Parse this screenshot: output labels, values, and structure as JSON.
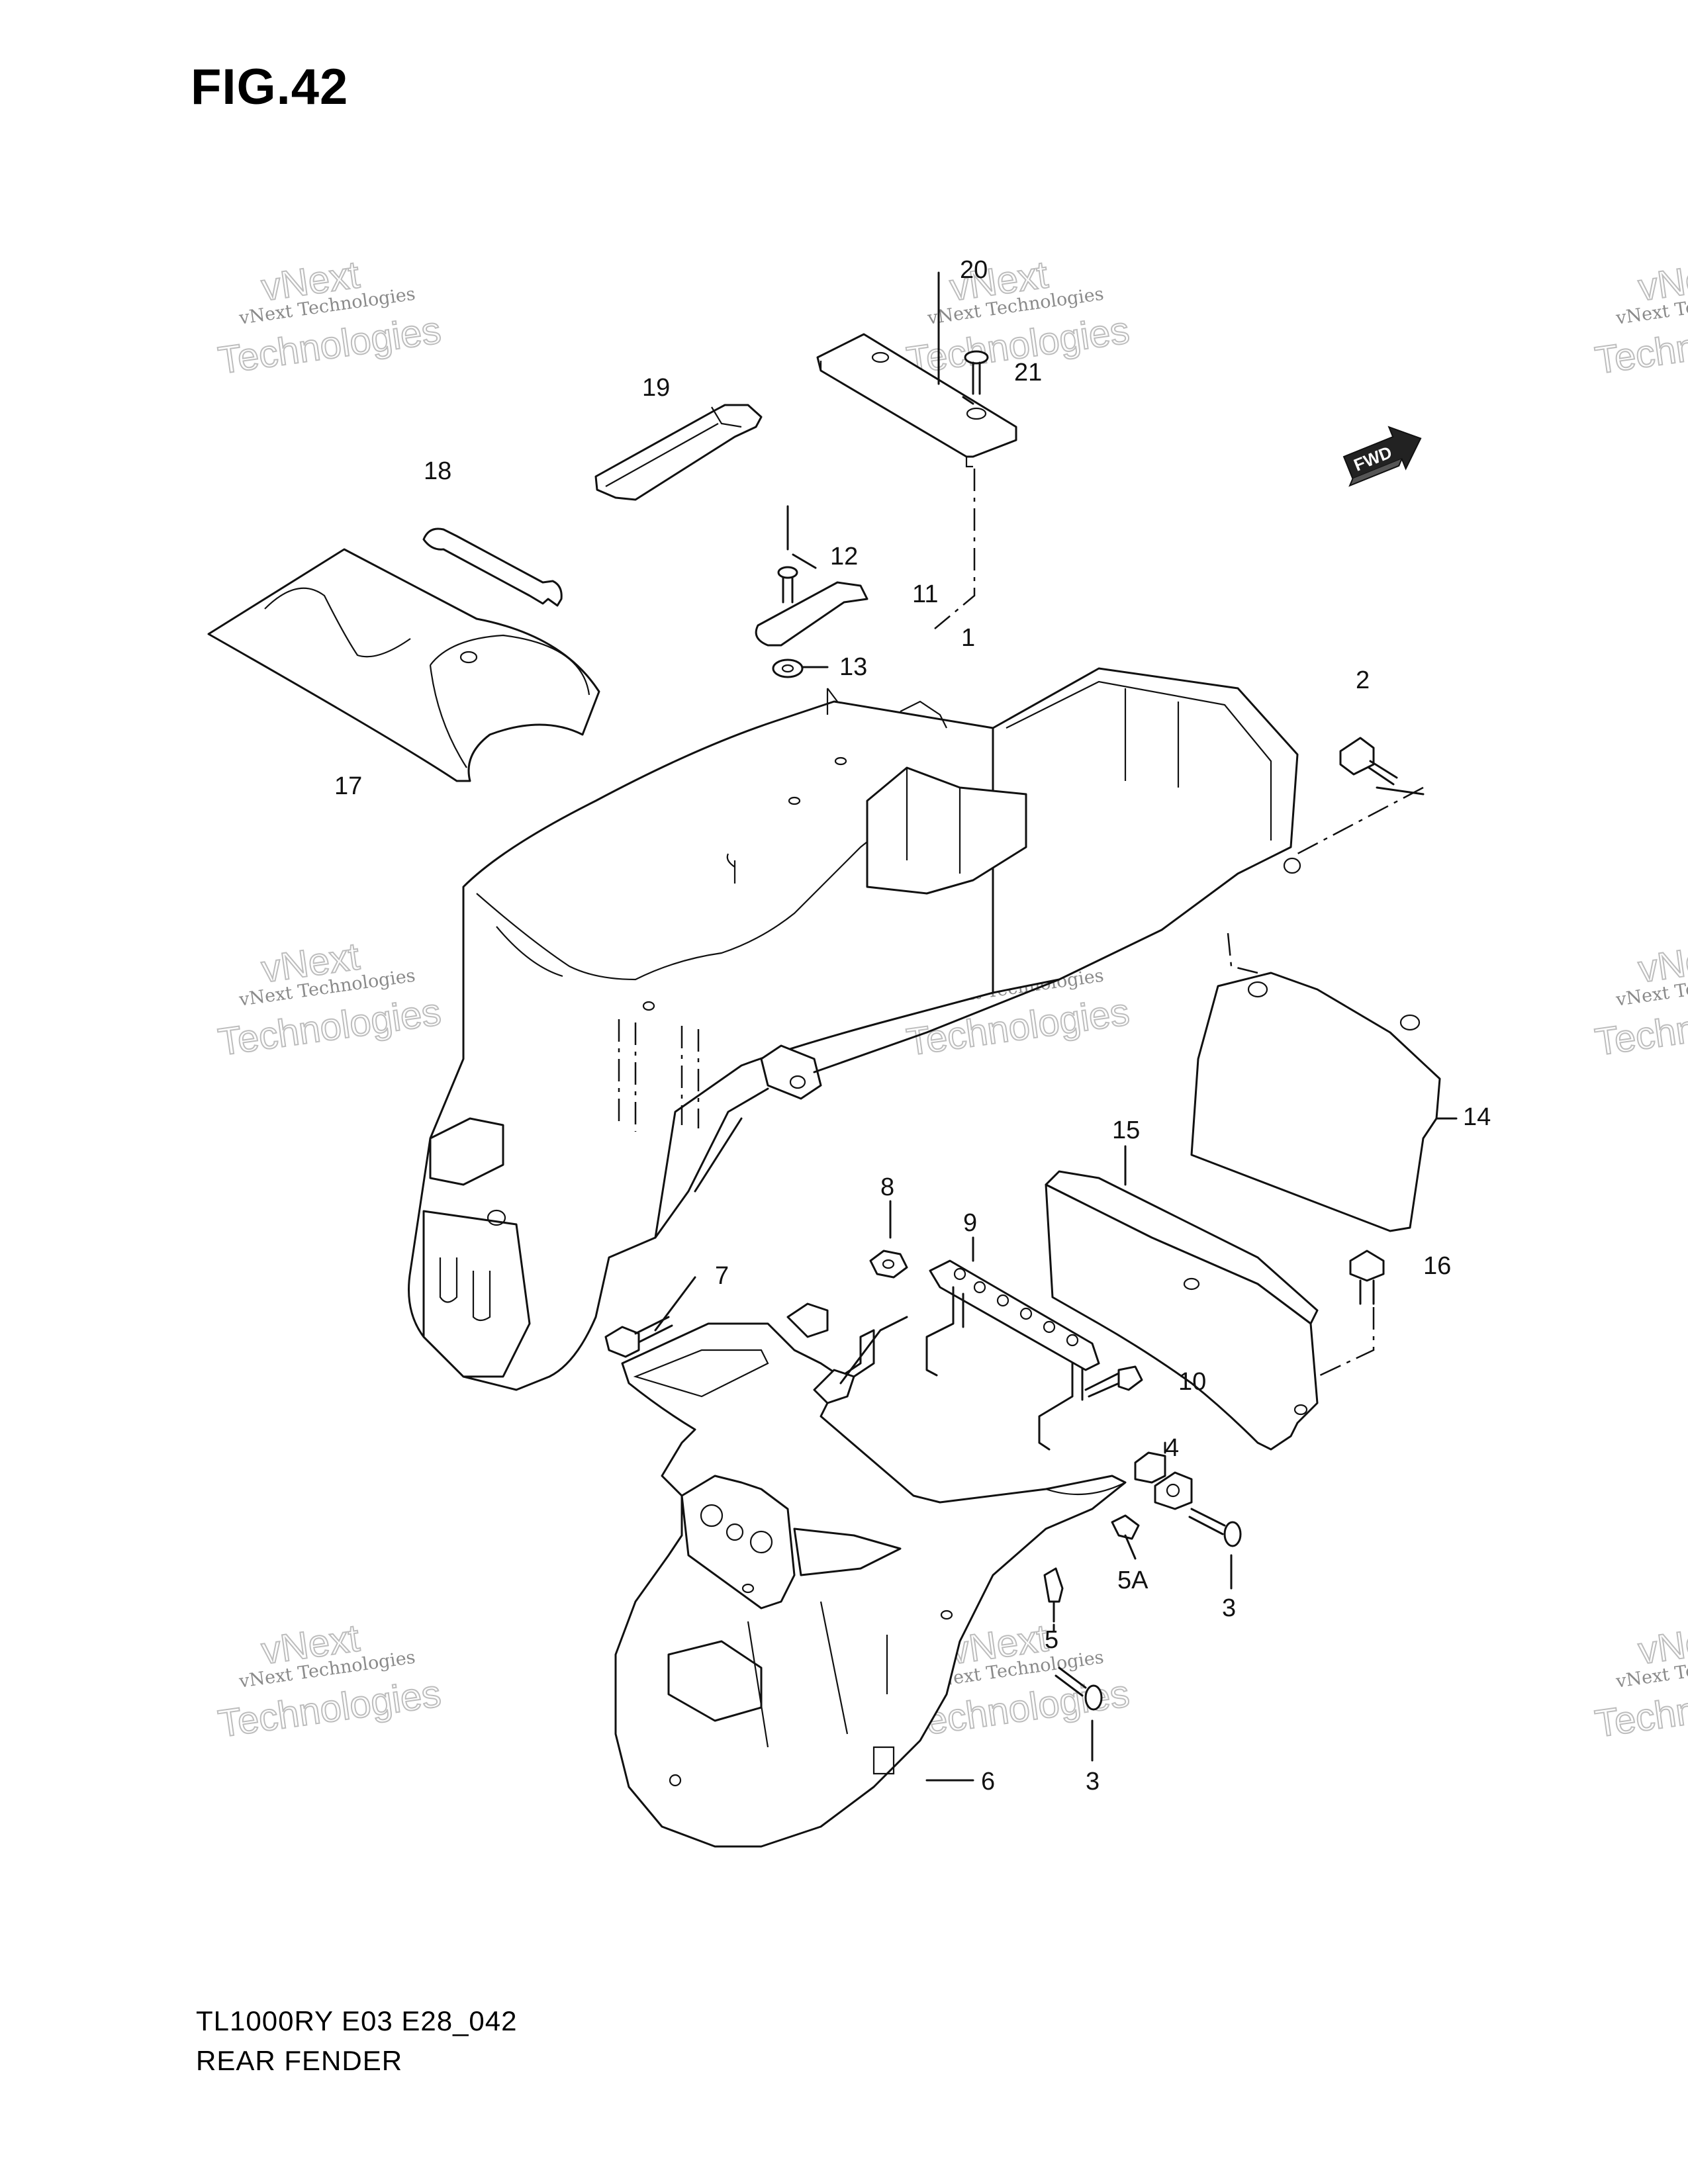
{
  "figure": {
    "title": "FIG.42",
    "model_code": "TL1000RY E03 E28_042",
    "caption": "REAR FENDER"
  },
  "direction_badge": {
    "label": "FWD",
    "icon": "forward-arrow-icon"
  },
  "watermark": {
    "line1": "vNext Technologies",
    "line2": "vNext",
    "line3": "Technologies"
  },
  "callouts": [
    "1",
    "2",
    "3",
    "3",
    "4",
    "5",
    "5A",
    "6",
    "7",
    "8",
    "9",
    "10",
    "11",
    "12",
    "13",
    "14",
    "15",
    "16",
    "17",
    "18",
    "19",
    "20",
    "21"
  ]
}
